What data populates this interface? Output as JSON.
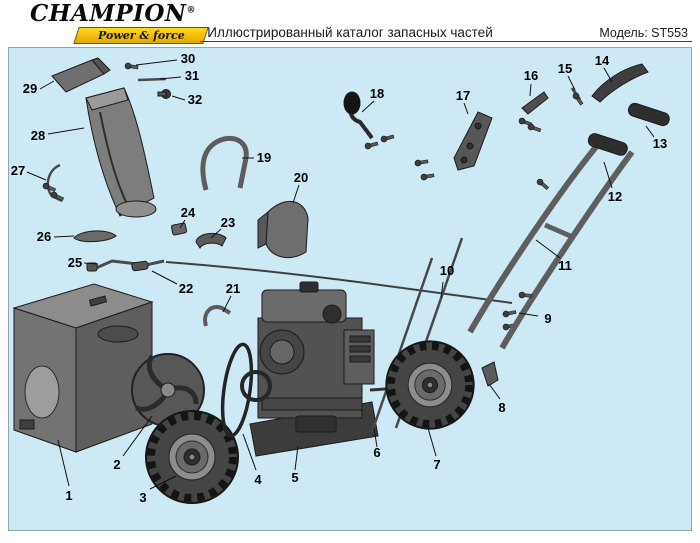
{
  "header": {
    "logo_text": "CHAMPION",
    "logo_reg": "®",
    "tagline": "Power & force",
    "title": "Иллюстрированный каталог запасных частей",
    "model_label": "Модель: ST553"
  },
  "colors": {
    "panel_blue": "#cde9f5",
    "banner_yellow": "#f2c411",
    "machine_gray": "#5a5a5a"
  },
  "diagram": {
    "callouts": [
      {
        "n": "1"
      },
      {
        "n": "2"
      },
      {
        "n": "3"
      },
      {
        "n": "4"
      },
      {
        "n": "5"
      },
      {
        "n": "6"
      },
      {
        "n": "7"
      },
      {
        "n": "8"
      },
      {
        "n": "9"
      },
      {
        "n": "10"
      },
      {
        "n": "11"
      },
      {
        "n": "12"
      },
      {
        "n": "13"
      },
      {
        "n": "14"
      },
      {
        "n": "15"
      },
      {
        "n": "16"
      },
      {
        "n": "17"
      },
      {
        "n": "18"
      },
      {
        "n": "19"
      },
      {
        "n": "20"
      },
      {
        "n": "21"
      },
      {
        "n": "22"
      },
      {
        "n": "23"
      },
      {
        "n": "24"
      },
      {
        "n": "25"
      },
      {
        "n": "26"
      },
      {
        "n": "27"
      },
      {
        "n": "28"
      },
      {
        "n": "29"
      },
      {
        "n": "30"
      },
      {
        "n": "31"
      },
      {
        "n": "32"
      }
    ]
  }
}
